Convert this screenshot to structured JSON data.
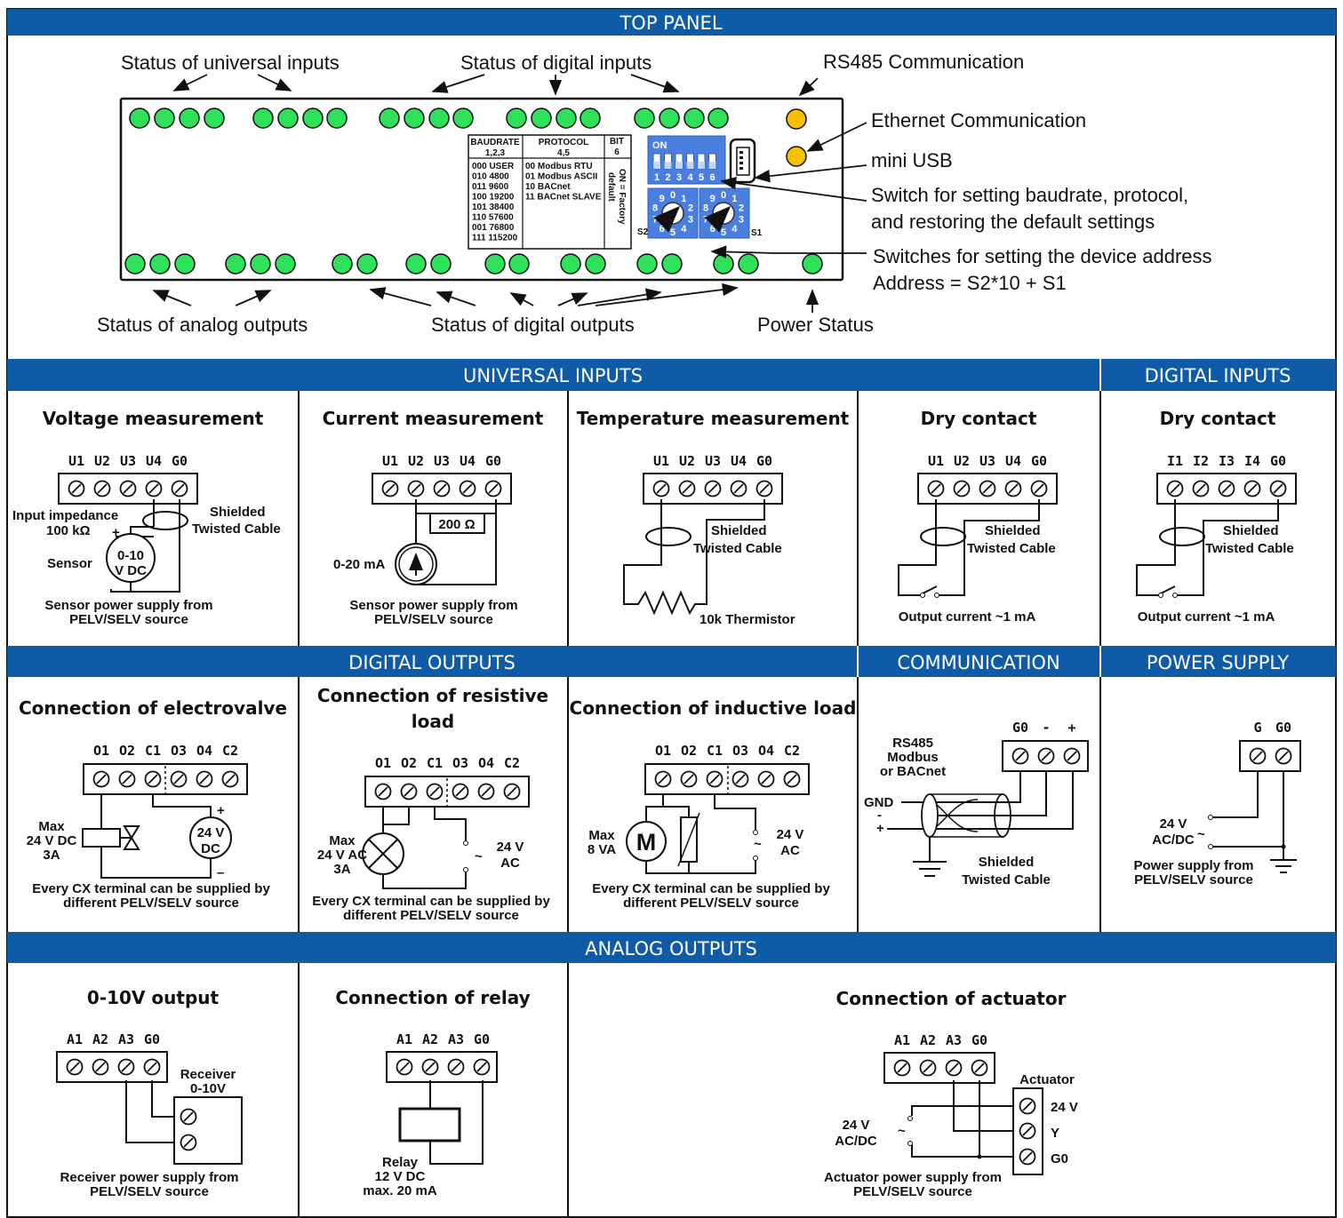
{
  "sections": {
    "top_panel": "TOP PANEL",
    "universal_inputs": "UNIVERSAL INPUTS",
    "digital_inputs": "DIGITAL INPUTS",
    "digital_outputs": "DIGITAL OUTPUTS",
    "communication": "COMMUNICATION",
    "power_supply": "POWER SUPPLY",
    "analog_outputs": "ANALOG OUTPUTS"
  },
  "top": {
    "status_universal": "Status of universal inputs",
    "status_digital_inputs": "Status of digital inputs",
    "rs485": "RS485 Communication",
    "ethernet": "Ethernet Communication",
    "mini_usb": "mini USB",
    "switch_baud_1": "Switch for setting baudrate, protocol,",
    "switch_baud_2": "and restoring the default settings",
    "switch_addr_1": "Switches for setting the device address",
    "switch_addr_2": "Address = S2*10 + S1",
    "status_analog_outputs": "Status of analog outputs",
    "status_digital_outputs": "Status of digital outputs",
    "power_status": "Power Status",
    "table": {
      "baud_h1": "BAUDRATE",
      "baud_h2": "1,2,3",
      "proto_h1": "PROTOCOL",
      "proto_h2": "4,5",
      "bit_h1": "BIT",
      "bit_h2": "6",
      "baud_rows": [
        "000 USER",
        "010 4800",
        "011 9600",
        "100 19200",
        "101 38400",
        "110 57600",
        "001 76800",
        "111 115200"
      ],
      "proto_rows": [
        "00 Modbus RTU",
        "01 Modbus ASCII",
        "10 BACnet",
        "11 BACnet SLAVE"
      ],
      "bit_note_1": "ON = Factory",
      "bit_note_2": "default"
    },
    "dip_on": "ON",
    "dip_numbers": [
      "1",
      "2",
      "3",
      "4",
      "5",
      "6"
    ],
    "s2": "S2",
    "s1": "S1",
    "rotary_digits": [
      "0",
      "1",
      "2",
      "3",
      "4",
      "5",
      "6",
      "7",
      "8",
      "9"
    ]
  },
  "cells": {
    "voltage": {
      "title": "Voltage measurement",
      "terminals": [
        "U1",
        "U2",
        "U3",
        "U4",
        "G0"
      ],
      "impedance_1": "Input impedance",
      "impedance_2": "100 kΩ",
      "shielded_1": "Shielded",
      "shielded_2": "Twisted Cable",
      "sensor": "Sensor",
      "range_1": "0-10",
      "range_2": "V DC",
      "plus": "+",
      "minus": "–",
      "note_1": "Sensor power supply from",
      "note_2": "PELV/SELV source"
    },
    "current": {
      "title": "Current measurement",
      "terminals": [
        "U1",
        "U2",
        "U3",
        "U4",
        "G0"
      ],
      "resistor": "200 Ω",
      "range": "0-20 mA",
      "note_1": "Sensor power supply from",
      "note_2": "PELV/SELV source"
    },
    "temperature": {
      "title": "Temperature measurement",
      "terminals": [
        "U1",
        "U2",
        "U3",
        "U4",
        "G0"
      ],
      "shielded_1": "Shielded",
      "shielded_2": "Twisted Cable",
      "thermistor": "10k Thermistor"
    },
    "dry_ui": {
      "title": "Dry contact",
      "terminals": [
        "U1",
        "U2",
        "U3",
        "U4",
        "G0"
      ],
      "shielded_1": "Shielded",
      "shielded_2": "Twisted Cable",
      "note": "Output current ~1 mA"
    },
    "dry_di": {
      "title": "Dry contact",
      "terminals": [
        "I1",
        "I2",
        "I3",
        "I4",
        "G0"
      ],
      "shielded_1": "Shielded",
      "shielded_2": "Twisted Cable",
      "note": "Output current ~1 mA"
    },
    "electrovalve": {
      "title": "Connection of electrovalve",
      "terminals": [
        "O1",
        "O2",
        "C1",
        "O3",
        "O4",
        "C2"
      ],
      "max_1": "Max",
      "max_2": "24 V DC",
      "max_3": "3A",
      "supply_1": "24 V",
      "supply_2": "DC",
      "plus": "+",
      "minus": "–",
      "note_1": "Every CX terminal can be supplied by",
      "note_2": "different PELV/SELV source"
    },
    "resistive": {
      "title_1": "Connection of resistive",
      "title_2": "load",
      "terminals": [
        "O1",
        "O2",
        "C1",
        "O3",
        "O4",
        "C2"
      ],
      "max_1": "Max",
      "max_2": "24 V AC",
      "max_3": "3A",
      "supply_1": "24 V",
      "supply_2": "AC",
      "tilde": "~",
      "note_1": "Every CX terminal can be supplied by",
      "note_2": "different PELV/SELV source"
    },
    "inductive": {
      "title": "Connection of inductive load",
      "terminals": [
        "O1",
        "O2",
        "C1",
        "O3",
        "O4",
        "C2"
      ],
      "max_1": "Max",
      "max_2": "8 VA",
      "motor": "M",
      "supply_1": "24 V",
      "supply_2": "AC",
      "tilde": "~",
      "note_1": "Every CX terminal can be supplied by",
      "note_2": "different PELV/SELV source"
    },
    "communication": {
      "terminals": [
        "G0",
        "-",
        "+"
      ],
      "rs485_1": "RS485",
      "rs485_2": "Modbus",
      "rs485_3": "or BACnet",
      "gnd": "GND",
      "minus": "-",
      "plus": "+",
      "shielded_1": "Shielded",
      "shielded_2": "Twisted Cable"
    },
    "power": {
      "terminals": [
        "G",
        "G0"
      ],
      "v_1": "24 V",
      "v_2": "AC/DC",
      "tilde": "~",
      "note_1": "Power supply from",
      "note_2": "PELV/SELV source"
    },
    "ao_010": {
      "title": "0-10V output",
      "terminals": [
        "A1",
        "A2",
        "A3",
        "G0"
      ],
      "receiver_1": "Receiver",
      "receiver_2": "0-10V",
      "note_1": "Receiver power supply from",
      "note_2": "PELV/SELV source"
    },
    "relay": {
      "title": "Connection of relay",
      "terminals": [
        "A1",
        "A2",
        "A3",
        "G0"
      ],
      "relay_1": "Relay",
      "relay_2": "12 V DC",
      "relay_3": "max. 20 mA"
    },
    "actuator": {
      "title": "Connection of actuator",
      "terminals": [
        "A1",
        "A2",
        "A3",
        "G0"
      ],
      "actuator": "Actuator",
      "v24": "24 V",
      "y": "Y",
      "g0": "G0",
      "supply_1": "24 V",
      "supply_2": "AC/DC",
      "tilde": "~",
      "note_1": "Actuator power supply from",
      "note_2": "PELV/SELV source"
    }
  },
  "colors": {
    "header_blue": "#0f5ba7",
    "led_green": "#2ee05a",
    "led_yellow": "#f5c000",
    "switch_blue": "#4a7fe0"
  }
}
